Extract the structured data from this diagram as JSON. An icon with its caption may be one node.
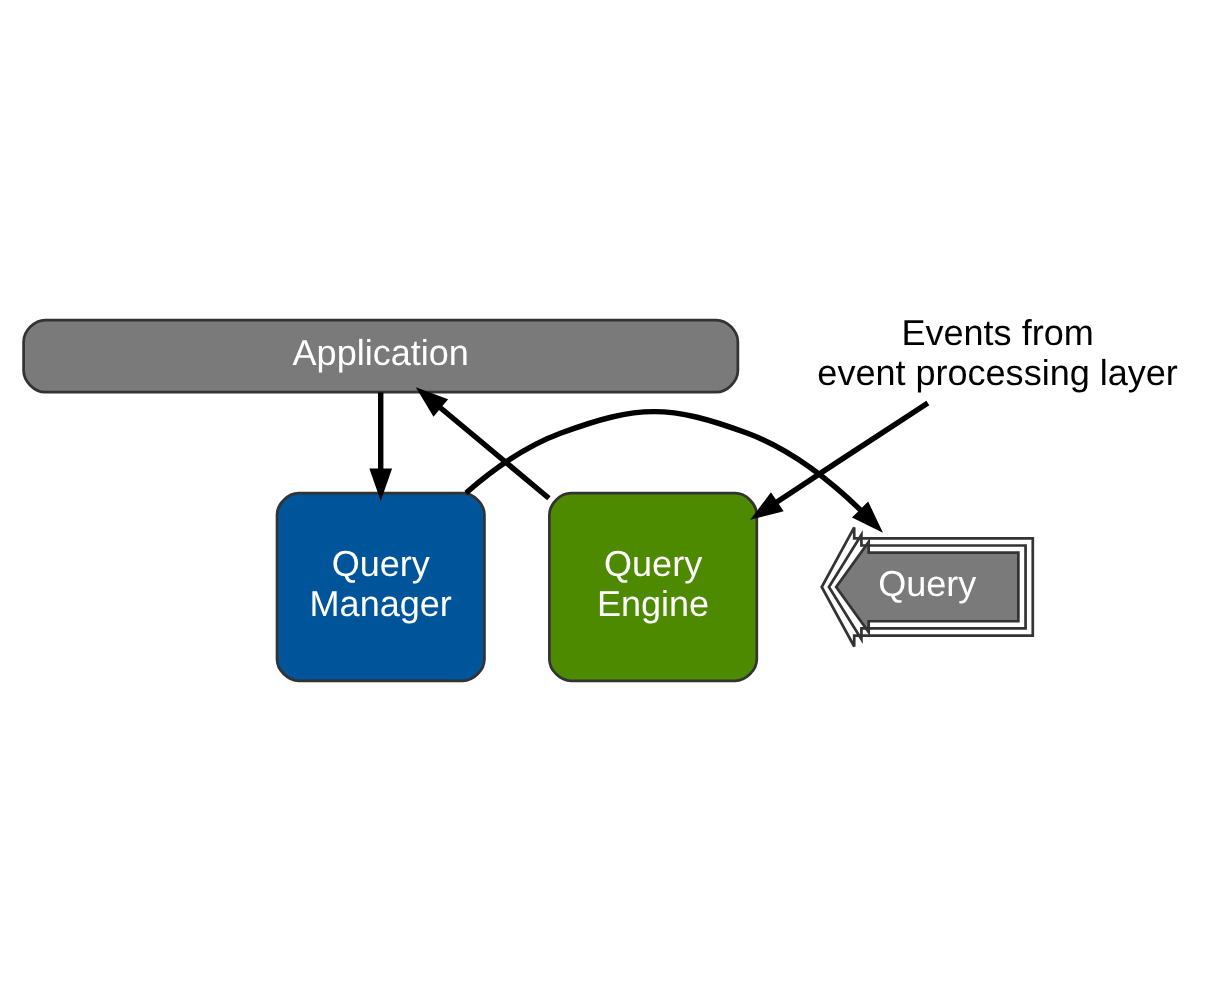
{
  "diagram": {
    "nodes": [
      {
        "text": [
          "Application"
        ]
      },
      {
        "text": [
          "Query Engine"
        ]
      },
      {
        "text": [
          "Query"
        ]
      },
      {
        "text": [
          "Query Manager"
        ]
      },
      {
        "text": [
          "Events from event processing layer"
        ]
      }
    ],
    "edges": [
      {
        "from": 1,
        "to": 0,
        "arrow": "to"
      },
      {
        "from": 0,
        "to": 3,
        "arrow": "to"
      },
      {
        "from": 3,
        "to": 2,
        "arrow": "to"
      },
      {
        "from": 4,
        "to": 1,
        "arrow": "to"
      }
    ]
  }
}
